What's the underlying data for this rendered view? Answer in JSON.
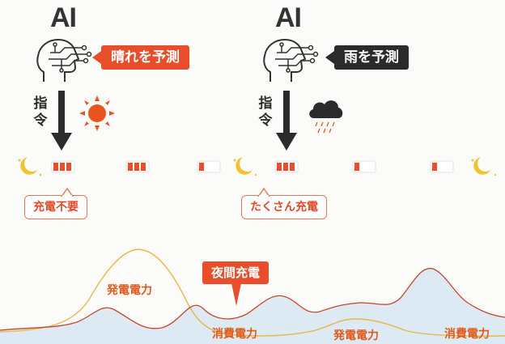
{
  "left_panel": {
    "ai_title": "AI",
    "callout": "晴れを予測",
    "command": "指令",
    "bubble": "充電不要"
  },
  "right_panel": {
    "ai_title": "AI",
    "callout": "雨を予測",
    "command": "指令",
    "bubble": "たくさん充電"
  },
  "chart": {
    "night_charge": "夜間充電",
    "generation_1": "発電電力",
    "consumption_1": "消費電力",
    "generation_2": "発電電力",
    "consumption_2": "消費電力"
  },
  "colors": {
    "accent": "#e84e2a",
    "dark": "#2b2b2b",
    "generation_line": "#e8b84a",
    "consumption_line": "#c8462a",
    "consumption_fill": "#cfe0ee"
  },
  "icons": [
    "ai-head-icon",
    "sun-icon",
    "rain-cloud-icon",
    "moon-icon",
    "battery-icon"
  ]
}
